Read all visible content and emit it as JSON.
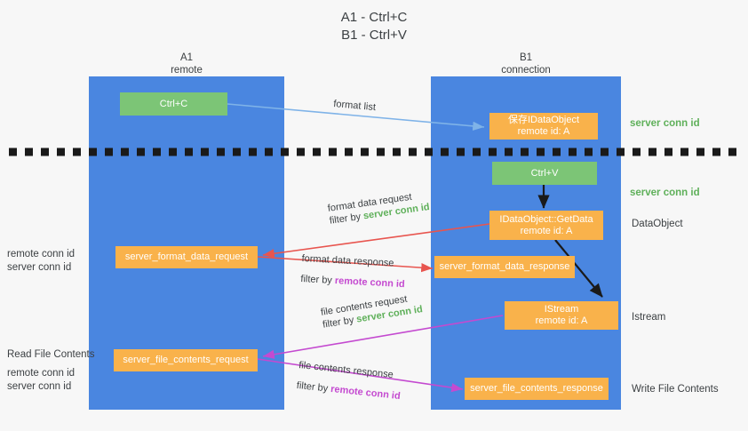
{
  "title": {
    "line1": "A1 - Ctrl+C",
    "line2": "B1 - Ctrl+V"
  },
  "lanes": [
    {
      "id": "A1",
      "name": "A1",
      "role": "remote",
      "color": "#4a86e0"
    },
    {
      "id": "B1",
      "name": "B1",
      "role": "connection",
      "color": "#4a86e0"
    }
  ],
  "colors": {
    "lane": "#4a86e0",
    "green_box": "#7cc576",
    "orange_box": "#f9b24b",
    "server_conn_id": "#5fb05a",
    "remote_conn_id": "#c44ad0",
    "red_arrow": "#e8554f",
    "magenta_arrow": "#c44ad0",
    "blue_arrow": "#7fb3e8",
    "black_arrow": "#1a1a1a",
    "background": "#f7f7f7"
  },
  "divider": {
    "name": "phase-divider",
    "style": "dashed",
    "color": "#1a1a1a"
  },
  "nodes": [
    {
      "key": "ctrl_c",
      "label": "Ctrl+C",
      "sub": "",
      "kind": "green"
    },
    {
      "key": "save_idataobject",
      "label": "保存IDataObject",
      "sub": "remote id: A",
      "kind": "orange"
    },
    {
      "key": "ctrl_v",
      "label": "Ctrl+V",
      "sub": "",
      "kind": "green"
    },
    {
      "key": "getdata",
      "label": "IDataObject::GetData",
      "sub": "remote id: A",
      "kind": "orange"
    },
    {
      "key": "format_data_request",
      "label": "server_format_data_request",
      "sub": "",
      "kind": "orange"
    },
    {
      "key": "format_data_response",
      "label": "server_format_data_response",
      "sub": "",
      "kind": "orange"
    },
    {
      "key": "istream",
      "label": "IStream",
      "sub": "remote id: A",
      "kind": "orange"
    },
    {
      "key": "file_contents_request",
      "label": "server_file_contents_request",
      "sub": "",
      "kind": "orange"
    },
    {
      "key": "file_contents_response",
      "label": "server_file_contents_response",
      "sub": "",
      "kind": "orange"
    }
  ],
  "edges": [
    {
      "key": "format_list",
      "caption": "format list",
      "filter_prefix": "",
      "filter_value": "",
      "color": "#7fb3e8"
    },
    {
      "key": "format_data_request",
      "caption": "format data request",
      "filter_prefix": "filter by",
      "filter_value": "server conn id",
      "color": "#e8554f"
    },
    {
      "key": "format_data_response",
      "caption": "format data response",
      "filter_prefix": "filter by",
      "filter_value": "remote conn id",
      "color": "#e8554f"
    },
    {
      "key": "file_contents_request",
      "caption": "file contents request",
      "filter_prefix": "filter by",
      "filter_value": "server conn id",
      "color": "#c44ad0"
    },
    {
      "key": "file_contents_response",
      "caption": "file contents response",
      "filter_prefix": "filter by",
      "filter_value": "remote conn id",
      "color": "#c44ad0"
    }
  ],
  "right_annotations": [
    {
      "key": "r1",
      "text": "server conn id",
      "style": "green"
    },
    {
      "key": "r2",
      "text": "server conn id",
      "style": "green"
    },
    {
      "key": "r3",
      "text": "DataObject",
      "style": "dark"
    },
    {
      "key": "r4",
      "text": "Istream",
      "style": "dark"
    },
    {
      "key": "r5",
      "text": "Write File Contents",
      "style": "dark"
    }
  ],
  "left_annotations": {
    "group1": {
      "line1": "remote conn id",
      "line2": "server conn id"
    },
    "group2": {
      "heading": "Read File Contents",
      "line1": "remote conn id",
      "line2": "server conn id"
    }
  }
}
